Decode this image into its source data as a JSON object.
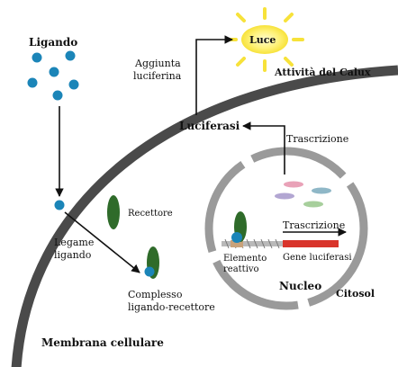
{
  "labels": {
    "ligando": "Ligando",
    "luce": "Luce",
    "aggiunta_1": "Aggiunta",
    "aggiunta_2": "luciferina",
    "attivita": "Attività del Calux",
    "luciferasi": "Luciferasi",
    "trascrizione_top": "Trascrizione",
    "recettore": "Recettore",
    "legame_1": "Legame",
    "legame_2": "ligando",
    "elemento_1": "Elemento",
    "elemento_2": "reattivo",
    "trascrizione_nucleo": "Trascrizione",
    "gene_luciferasi": "Gene luciferasi",
    "complesso_1": "Complesso",
    "complesso_2": "ligando-recettore",
    "nucleo": "Nucleo",
    "citosol": "Citosol",
    "membrana": "Membrana cellulare"
  },
  "colors": {
    "ligand": "#1b85b8",
    "receptor": "#2f6b2a",
    "membrane": "#4a4a4a",
    "nucleus": "#9a9a9a",
    "light": "#f7e23a",
    "gene": "#d9342b",
    "element": "#c9a27a"
  }
}
